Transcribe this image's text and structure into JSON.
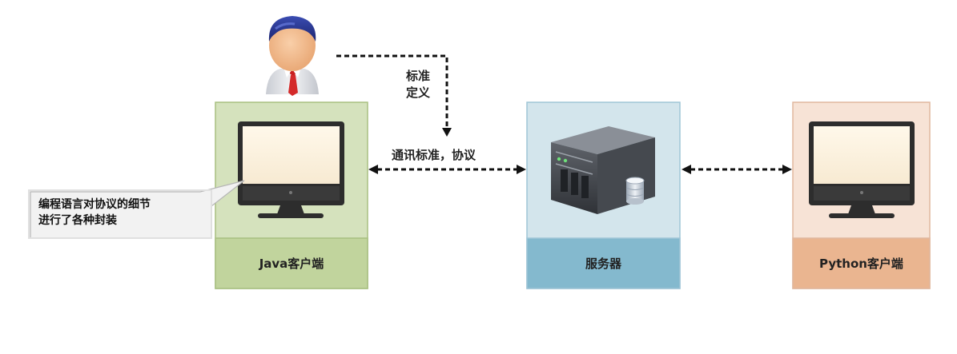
{
  "nodes": {
    "java_client": {
      "label": "Java客户端",
      "fill": "#d5e2bd",
      "label_fill": "#c1d49d",
      "border": "#a8bf80"
    },
    "server": {
      "label": "服务器",
      "fill": "#d3e5ec",
      "label_fill": "#84b9ce",
      "border": "#9fc5d6"
    },
    "python_client": {
      "label": "Python客户端",
      "fill": "#f7e3d6",
      "label_fill": "#eab590",
      "border": "#e0b79e"
    }
  },
  "edges": {
    "standard_definition": {
      "label_line1": "标准",
      "label_line2": "定义"
    },
    "communication": {
      "label": "通讯标准，协议"
    }
  },
  "callout": {
    "line1": "编程语言对协议的细节",
    "line2": "进行了各种封装"
  },
  "icons": {
    "user": "user-icon",
    "monitor": "monitor-icon",
    "server": "server-icon"
  },
  "colors": {
    "arrow": "#111111",
    "monitor_frame": "#2d2d2d",
    "monitor_screen": "#fdf4e4"
  }
}
